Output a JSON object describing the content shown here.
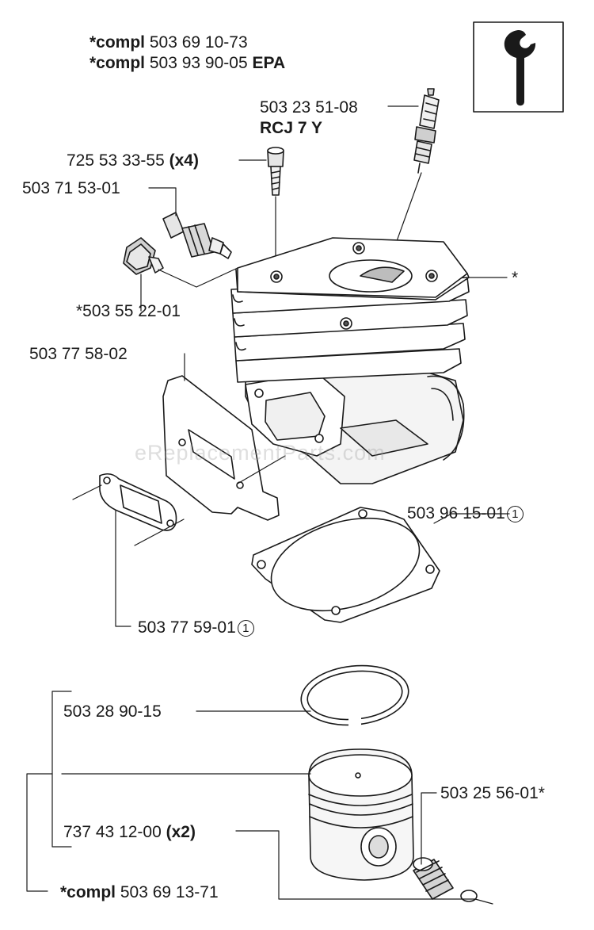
{
  "header": {
    "line1": {
      "prefix": "*compl",
      "number": "503 69 10-73"
    },
    "line2": {
      "prefix": "*compl",
      "number": "503 93 90-05",
      "suffix": "EPA"
    }
  },
  "parts": {
    "spark_plug": {
      "number": "503 23 51-08",
      "type": "RCJ 7 Y"
    },
    "screw": {
      "number": "725 53 33-55",
      "qty": "(x4)"
    },
    "decomp_valve": {
      "number": "503 71 53-01"
    },
    "plug": {
      "number": "*503 55 22-01"
    },
    "cylinder": {
      "marker": "*"
    },
    "muffler_plate": {
      "number": "503 77 58-02"
    },
    "cylinder_gasket": {
      "number": "503 96 15-01",
      "note": "1"
    },
    "muffler_gasket": {
      "number": "503 77 59-01",
      "note": "1"
    },
    "piston_ring": {
      "number": "503 28 90-15"
    },
    "circlip": {
      "number": "737 43 12-00",
      "qty": "(x2)"
    },
    "needle_bearing": {
      "number": "503 25 56-01*"
    },
    "piston_kit": {
      "prefix": "*compl",
      "number": "503 69 13-71"
    }
  },
  "watermark": "eReplacementParts.com",
  "icons": {
    "tool": "wrench-icon"
  }
}
